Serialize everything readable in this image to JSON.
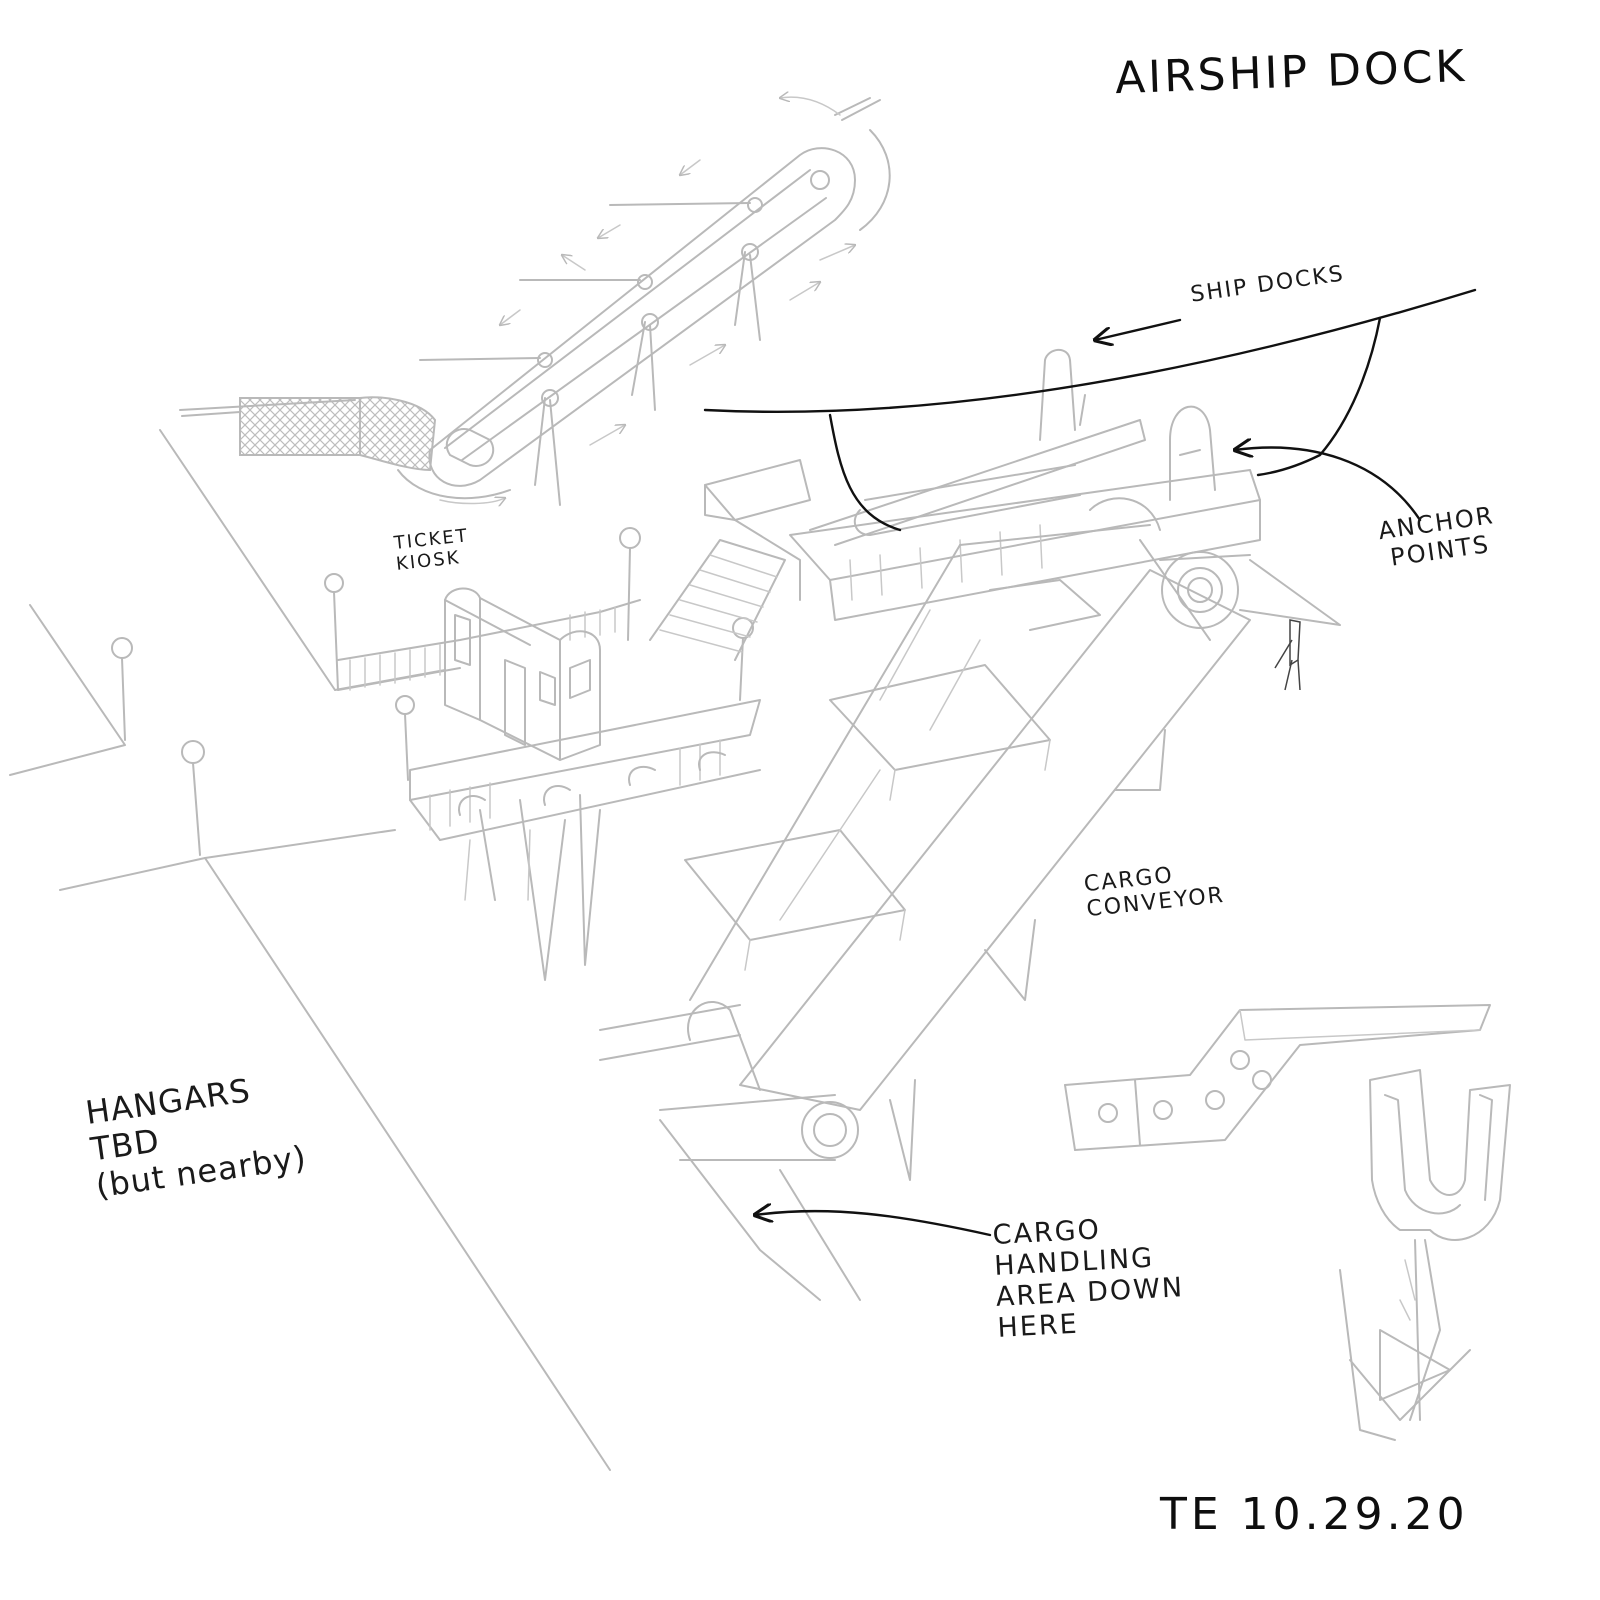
{
  "title": "AIRSHIP DOCK",
  "labels": {
    "ship_docks": "SHIP DOCKS",
    "anchor_points": "ANCHOR\nPOINTS",
    "ticket_kiosk": "TICKET\nKIOSK",
    "cargo_conveyor": "CARGO\nCONVEYOR",
    "cargo_handling_area": "CARGO\nHANDLING\nAREA DOWN\nHERE",
    "hangars": "HANGARS\nTBD\n(but nearby)"
  },
  "signature": "TE 10.29.20",
  "colors": {
    "sketch_stroke": "#b9b9b9",
    "ink": "#111111",
    "paper": "#ffffff"
  }
}
